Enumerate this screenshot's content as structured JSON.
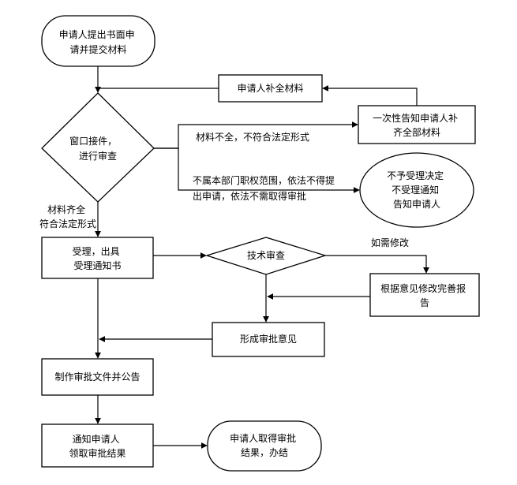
{
  "nodes": {
    "submit_application": [
      "申请人提出书面申",
      "请并提交材料"
    ],
    "supplement_materials": [
      "申请人补全材料"
    ],
    "notify_supplement": [
      "一次性告知申请人补",
      "齐全部材料"
    ],
    "window_review": [
      "窗口接件，",
      "进行审查"
    ],
    "reject_decision": [
      "不予受理决定",
      "不受理通知",
      "告知申请人"
    ],
    "accept_notice": [
      "受理，出具",
      "受理通知书"
    ],
    "technical_review": [
      "技术审查"
    ],
    "revise_report": [
      "根据意见修改完善报",
      "告"
    ],
    "approval_opinion": [
      "形成审批意见"
    ],
    "approval_document": [
      "制作审批文件并公告"
    ],
    "notify_result": [
      "通知申请人",
      "领取审批结果"
    ],
    "result_received": [
      "申请人取得审批",
      "结果，办结"
    ]
  },
  "edge_labels": {
    "incomplete": [
      "材料不全，不符合法定形式"
    ],
    "not_in_scope": [
      "不属本部门职权范围，依法不得提",
      "出申请，依法不需取得审批"
    ],
    "complete": [
      "材料齐全",
      "符合法定形式"
    ],
    "if_revision": [
      "如需修改"
    ]
  }
}
